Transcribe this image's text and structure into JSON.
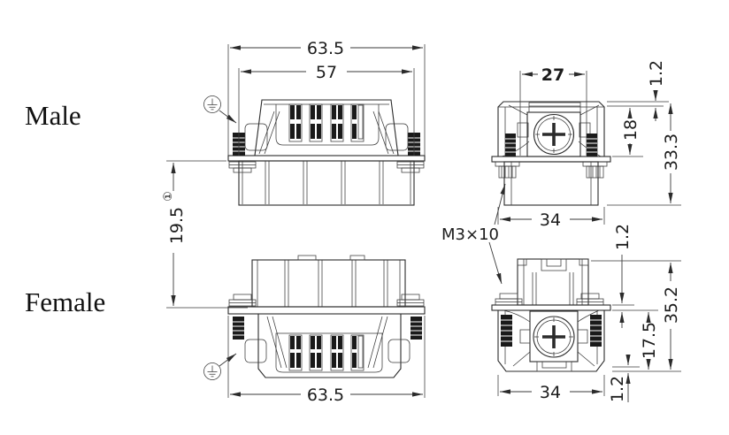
{
  "title_labels": {
    "male": "Male",
    "female": "Female"
  },
  "callouts": {
    "thread": "M3×10"
  },
  "dimensions": {
    "male_side": {
      "overall_width": "63.5",
      "insert_width": "57"
    },
    "male_end": {
      "insert_width": "27",
      "plate_thickness": "1.2",
      "insert_height": "18",
      "overall_height": "33.3",
      "body_width": "34"
    },
    "mating": {
      "height": "19.5",
      "note_ref": "①"
    },
    "female_side": {
      "overall_width": "63.5"
    },
    "female_end": {
      "plate_thickness_top": "1.2",
      "overall_height": "35.2",
      "lower_height": "17.5",
      "body_width": "34",
      "plate_thickness_bottom": "1.2"
    }
  }
}
